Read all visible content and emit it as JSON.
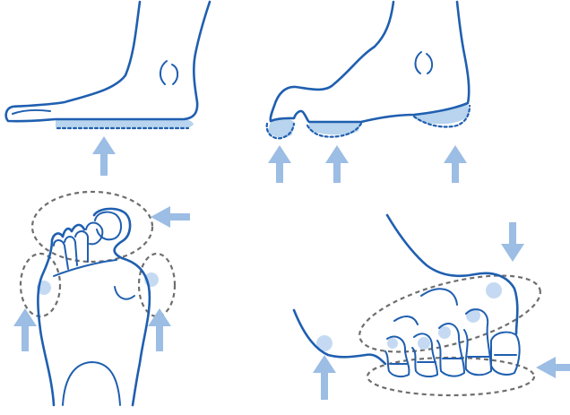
{
  "colors": {
    "outline": "#1f5fb0",
    "contact": "#b8d4ee",
    "dot": "#c5daf2",
    "arrow": "#9cbde4",
    "zone": "#6e6e6e"
  },
  "figures": [
    {
      "name": "flat-foot-side-view",
      "arrows": 1
    },
    {
      "name": "high-arch-foot-side-view",
      "arrows": 3
    },
    {
      "name": "bunion-foot-top-view",
      "arrows": 3,
      "zones": 3,
      "pressure_points": 2
    },
    {
      "name": "hammer-toe-foot-view",
      "arrows": 3,
      "zones": 2,
      "pressure_points": 6
    }
  ]
}
